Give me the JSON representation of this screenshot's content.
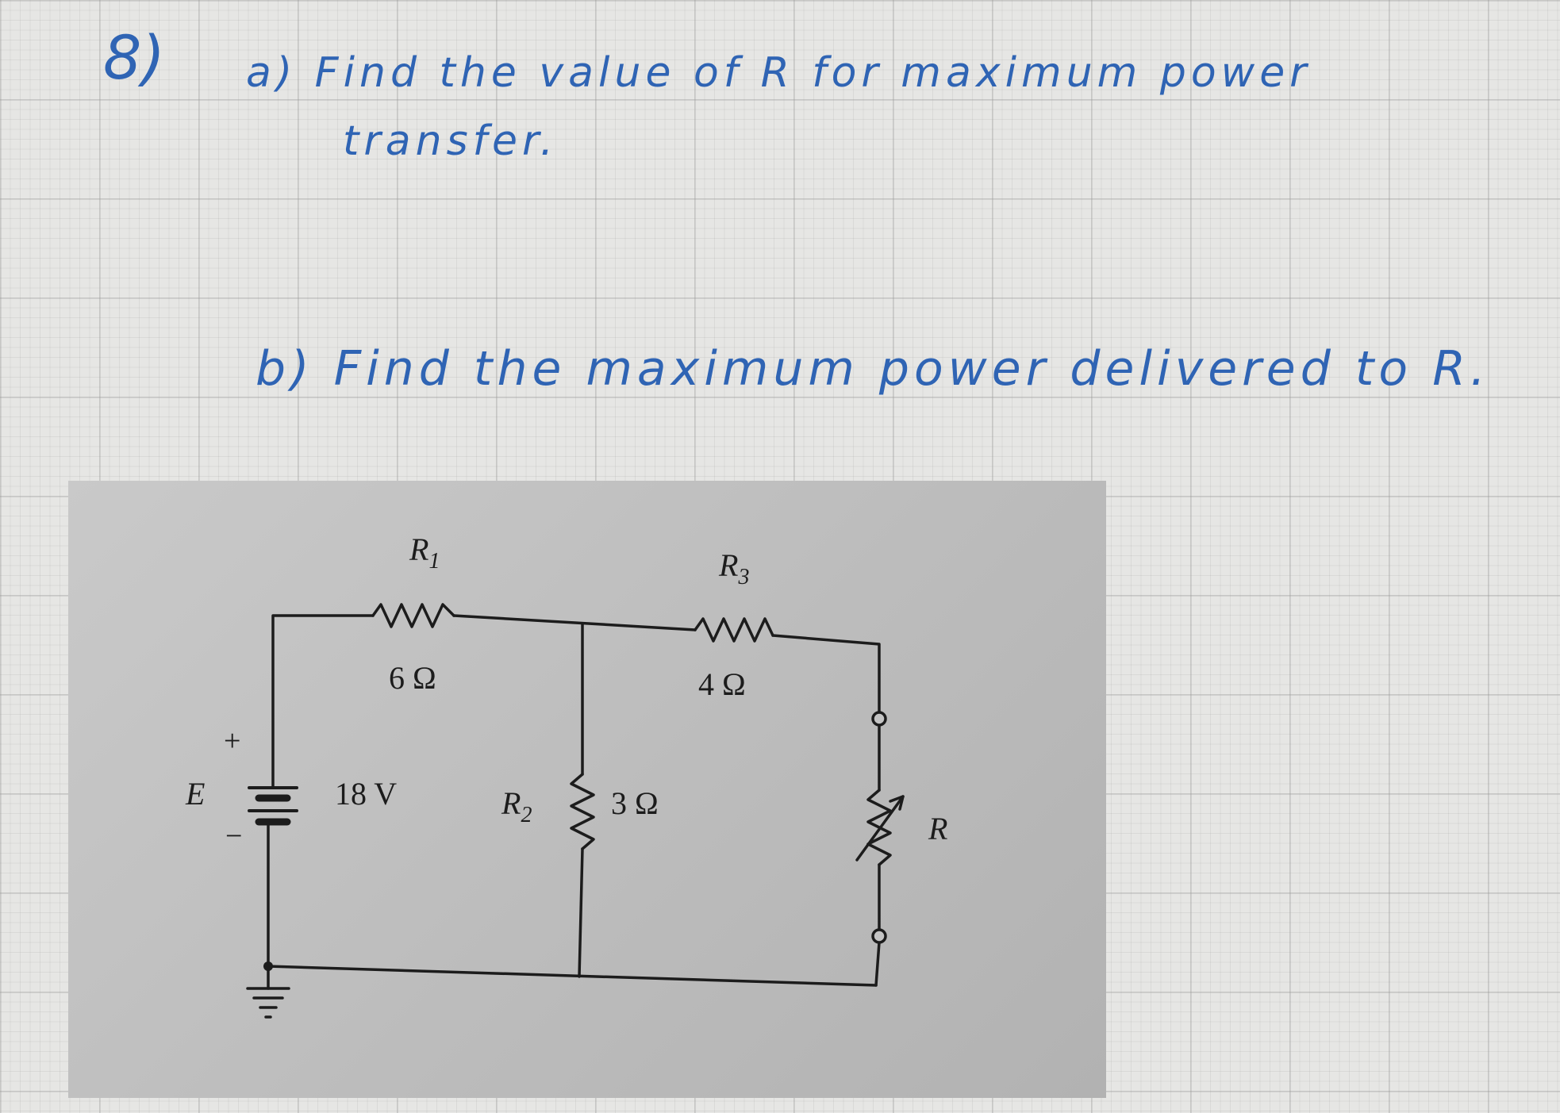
{
  "question": {
    "number": "8)",
    "part_a_line1": "a) Find the value of R for maximum power",
    "part_a_line2": "transfer.",
    "part_b": "b) Find the maximum power delivered to R."
  },
  "circuit": {
    "source": {
      "name": "E",
      "value": "18 V",
      "plus": "+",
      "minus": "−"
    },
    "r1": {
      "name": "R",
      "sub": "1",
      "value": "6 Ω"
    },
    "r2": {
      "name": "R",
      "sub": "2",
      "value": "3 Ω"
    },
    "r3": {
      "name": "R",
      "sub": "3",
      "value": "4 Ω"
    },
    "load": {
      "name": "R"
    }
  },
  "colors": {
    "ink": "#2f64b4",
    "wire": "#1c1c1c",
    "photo": "#c2c2c2"
  }
}
